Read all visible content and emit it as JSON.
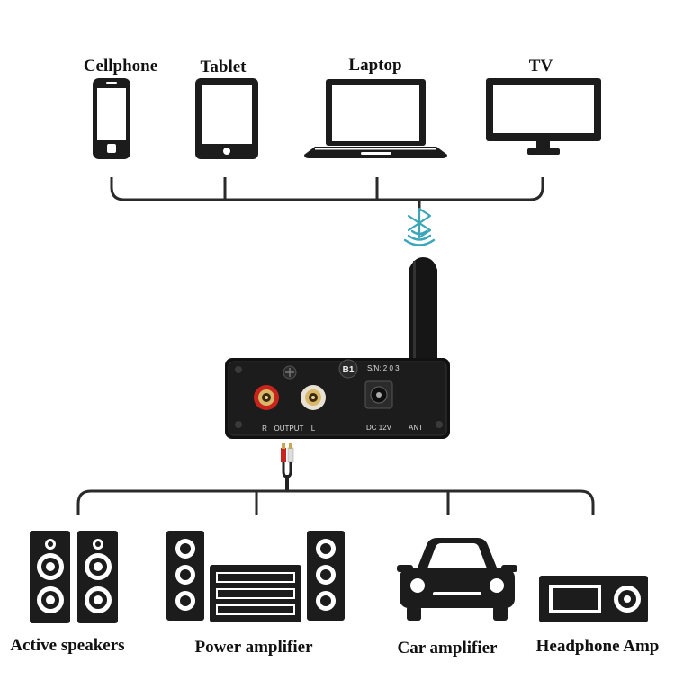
{
  "sources": [
    {
      "id": "cellphone",
      "label": "Cellphone",
      "icon": "cellphone-icon"
    },
    {
      "id": "tablet",
      "label": "Tablet",
      "icon": "tablet-icon"
    },
    {
      "id": "laptop",
      "label": "Laptop",
      "icon": "laptop-icon"
    },
    {
      "id": "tv",
      "label": "TV",
      "icon": "tv-icon"
    }
  ],
  "receiver": {
    "badge": "B1",
    "serial": "S/N: 2 0 3",
    "output_label": "OUTPUT",
    "r_label": "R",
    "l_label": "L",
    "dc_label": "DC 12V",
    "ant_label": "ANT"
  },
  "outputs": [
    {
      "id": "active-speakers",
      "label": "Active speakers",
      "icon": "speakers-icon"
    },
    {
      "id": "power-amplifier",
      "label": "Power amplifier",
      "icon": "power-amplifier-icon"
    },
    {
      "id": "car-amplifier",
      "label": "Car amplifier",
      "icon": "car-icon"
    },
    {
      "id": "headphone-amp",
      "label": "Headphone Amp",
      "icon": "headphone-amp-icon"
    }
  ],
  "colors": {
    "line": "#2a2a2a",
    "bluetooth": "#3aa6b8",
    "device": "#1c1c1c",
    "rca_red": "#c8241e",
    "rca_white": "#e8e2d4"
  }
}
